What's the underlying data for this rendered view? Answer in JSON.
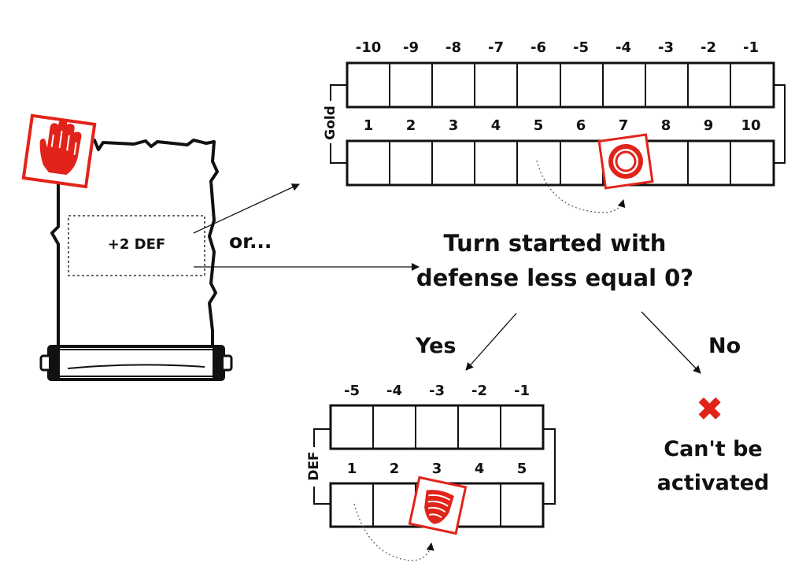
{
  "card": {
    "effect_text": "+2 DEF",
    "icon": "hand-icon"
  },
  "or_label": "or...",
  "gold_track": {
    "label": "Gold",
    "top_row": [
      "-10",
      "-9",
      "-8",
      "-7",
      "-6",
      "-5",
      "-4",
      "-3",
      "-2",
      "-1"
    ],
    "bottom_row": [
      "1",
      "2",
      "3",
      "4",
      "5",
      "6",
      "7",
      "8",
      "9",
      "10"
    ],
    "token_icon": "coin-icon",
    "token_value": "7"
  },
  "question": {
    "line1": "Turn started with",
    "line2": "defense less equal 0?"
  },
  "yes_label": "Yes",
  "no_label": "No",
  "def_track": {
    "label": "DEF",
    "top_row": [
      "-5",
      "-4",
      "-3",
      "-2",
      "-1"
    ],
    "bottom_row": [
      "1",
      "2",
      "3",
      "4",
      "5"
    ],
    "token_icon": "shield-icon",
    "token_value": "3"
  },
  "no_result": {
    "icon": "cross-icon",
    "line1": "Can't be",
    "line2": "activated"
  },
  "colors": {
    "accent": "#e2231a",
    "ink": "#111111"
  }
}
